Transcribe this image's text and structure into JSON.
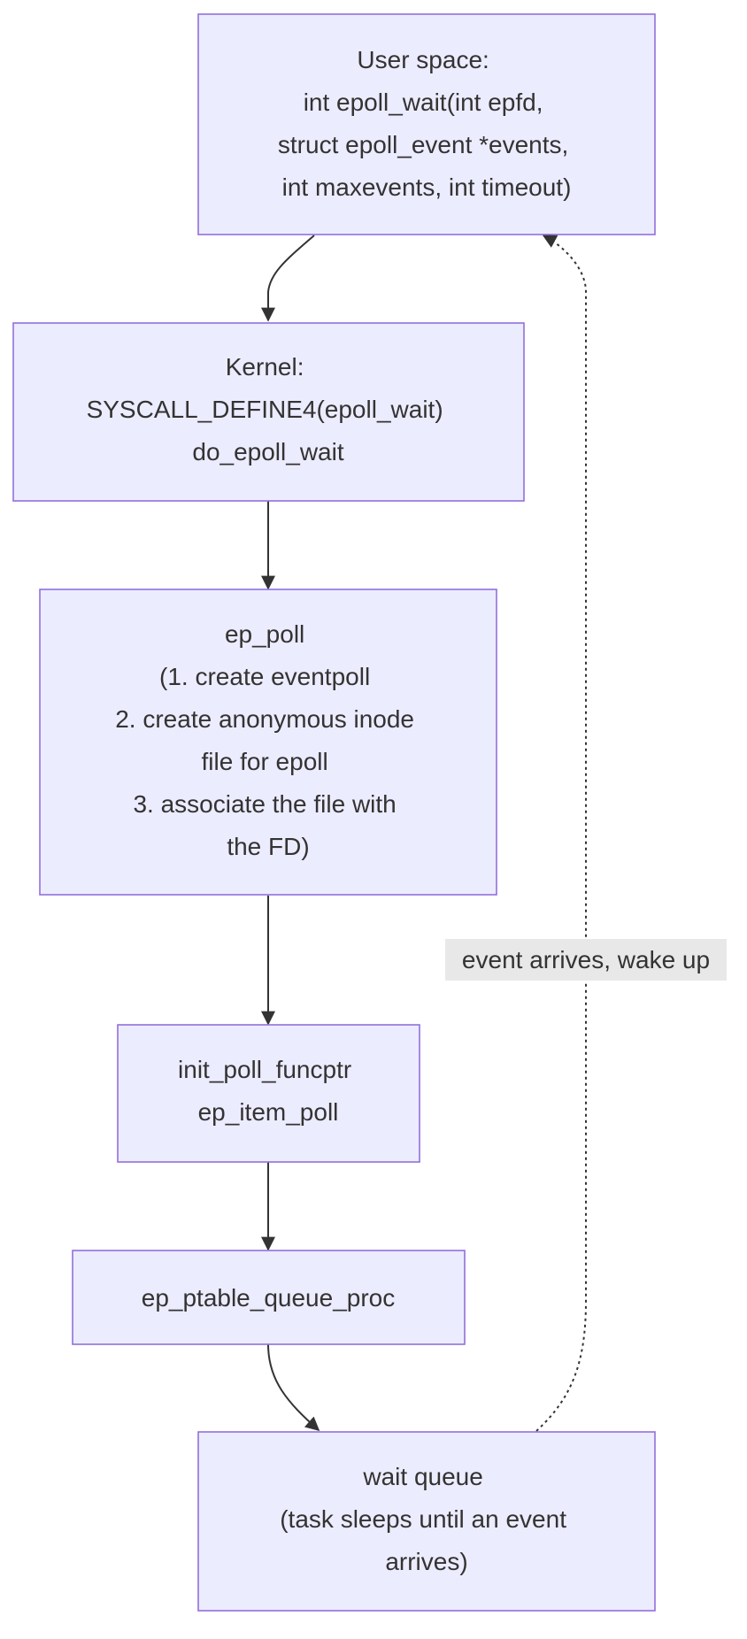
{
  "nodes": [
    {
      "id": "user-space",
      "lines": [
        "User space:",
        "int epoll_wait(int epfd,",
        "struct epoll_event *events,",
        "int maxevents, int timeout)"
      ]
    },
    {
      "id": "kernel",
      "lines": [
        "Kernel:",
        "SYSCALL_DEFINE4(epoll_wait)",
        "do_epoll_wait"
      ]
    },
    {
      "id": "ep-poll",
      "lines": [
        "ep_poll",
        "(1. create eventpoll",
        "2. create anonymous inode",
        "file for epoll",
        "3. associate the file with",
        "the FD)"
      ]
    },
    {
      "id": "init-poll",
      "lines": [
        "init_poll_funcptr",
        "ep_item_poll"
      ]
    },
    {
      "id": "ptable-queue",
      "lines": [
        "ep_ptable_queue_proc"
      ]
    },
    {
      "id": "wait-queue",
      "lines": [
        "wait queue",
        "(task sleeps until an event",
        "arrives)"
      ]
    }
  ],
  "edges": [
    {
      "from": "user-space",
      "to": "kernel",
      "style": "solid"
    },
    {
      "from": "kernel",
      "to": "ep-poll",
      "style": "solid"
    },
    {
      "from": "ep-poll",
      "to": "init-poll",
      "style": "solid"
    },
    {
      "from": "init-poll",
      "to": "ptable-queue",
      "style": "solid"
    },
    {
      "from": "ptable-queue",
      "to": "wait-queue",
      "style": "solid"
    },
    {
      "from": "wait-queue",
      "to": "user-space",
      "style": "dotted",
      "label": "event arrives, wake up"
    }
  ],
  "colors": {
    "node_fill": "#ECECFF",
    "node_border": "#9370DB",
    "text": "#333333",
    "edge": "#333333",
    "edge_label_bg": "#E8E8E8"
  }
}
